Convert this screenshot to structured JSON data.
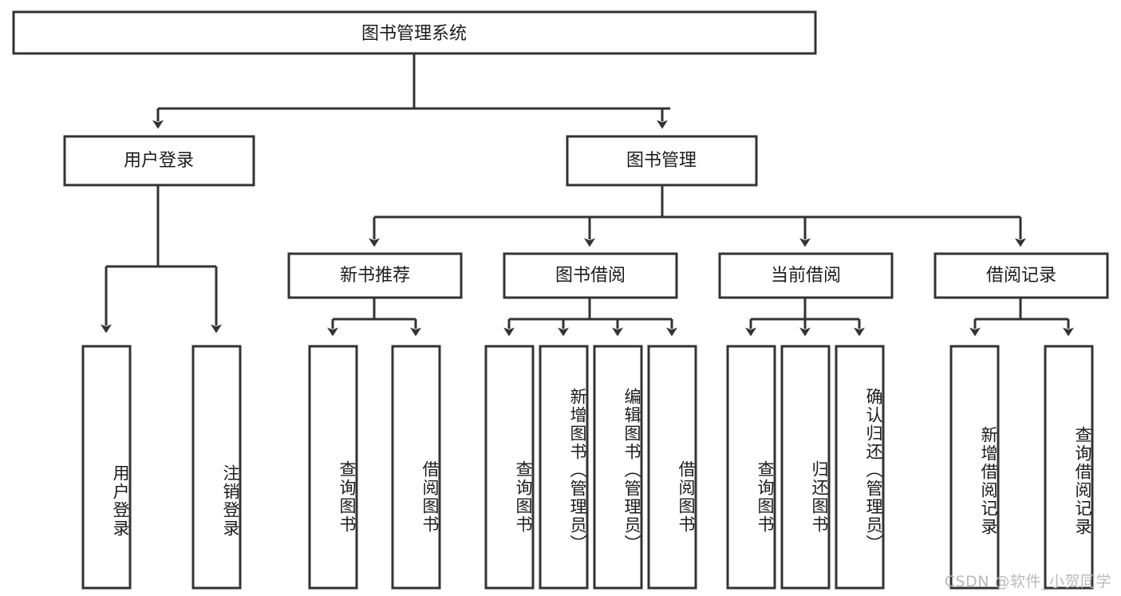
{
  "diagram": {
    "title_node": {
      "label": "图书管理系统"
    },
    "level2": [
      {
        "id": "user-login",
        "label": "用户登录"
      },
      {
        "id": "book-management",
        "label": "图书管理"
      }
    ],
    "level3": [
      {
        "id": "new-book-recommend",
        "label": "新书推荐"
      },
      {
        "id": "book-borrow",
        "label": "图书借阅"
      },
      {
        "id": "current-borrow",
        "label": "当前借阅"
      },
      {
        "id": "borrow-record",
        "label": "借阅记录"
      }
    ],
    "leaves": [
      {
        "id": "leaf-user-login",
        "label": "用户登录",
        "parent": "user-login"
      },
      {
        "id": "leaf-user-logout",
        "label": "注销登录",
        "parent": "user-login"
      },
      {
        "id": "leaf-query-book-1",
        "label": "查询图书",
        "parent": "new-book-recommend"
      },
      {
        "id": "leaf-borrow-book-1",
        "label": "借阅图书",
        "parent": "new-book-recommend"
      },
      {
        "id": "leaf-query-book-2",
        "label": "查询图书",
        "parent": "book-borrow"
      },
      {
        "id": "leaf-add-book",
        "label": "新增图书（管理员）",
        "parent": "book-borrow"
      },
      {
        "id": "leaf-edit-book",
        "label": "编辑图书（管理员）",
        "parent": "book-borrow"
      },
      {
        "id": "leaf-borrow-book-2",
        "label": "借阅图书",
        "parent": "book-borrow"
      },
      {
        "id": "leaf-query-book-3",
        "label": "查询图书",
        "parent": "current-borrow"
      },
      {
        "id": "leaf-return-book",
        "label": "归还图书",
        "parent": "current-borrow"
      },
      {
        "id": "leaf-confirm-return",
        "label": "确认归还（管理员）",
        "parent": "current-borrow"
      },
      {
        "id": "leaf-add-record",
        "label": "新增借阅记录",
        "parent": "borrow-record"
      },
      {
        "id": "leaf-query-record",
        "label": "查询借阅记录",
        "parent": "borrow-record"
      }
    ],
    "watermark": "CSDN @软件_小贺同学",
    "colors": {
      "stroke": "#333333",
      "box_fill": "#ffffff",
      "text": "#1b1b1b",
      "watermark": "#b9b9b9",
      "background": "#ffffff"
    }
  }
}
